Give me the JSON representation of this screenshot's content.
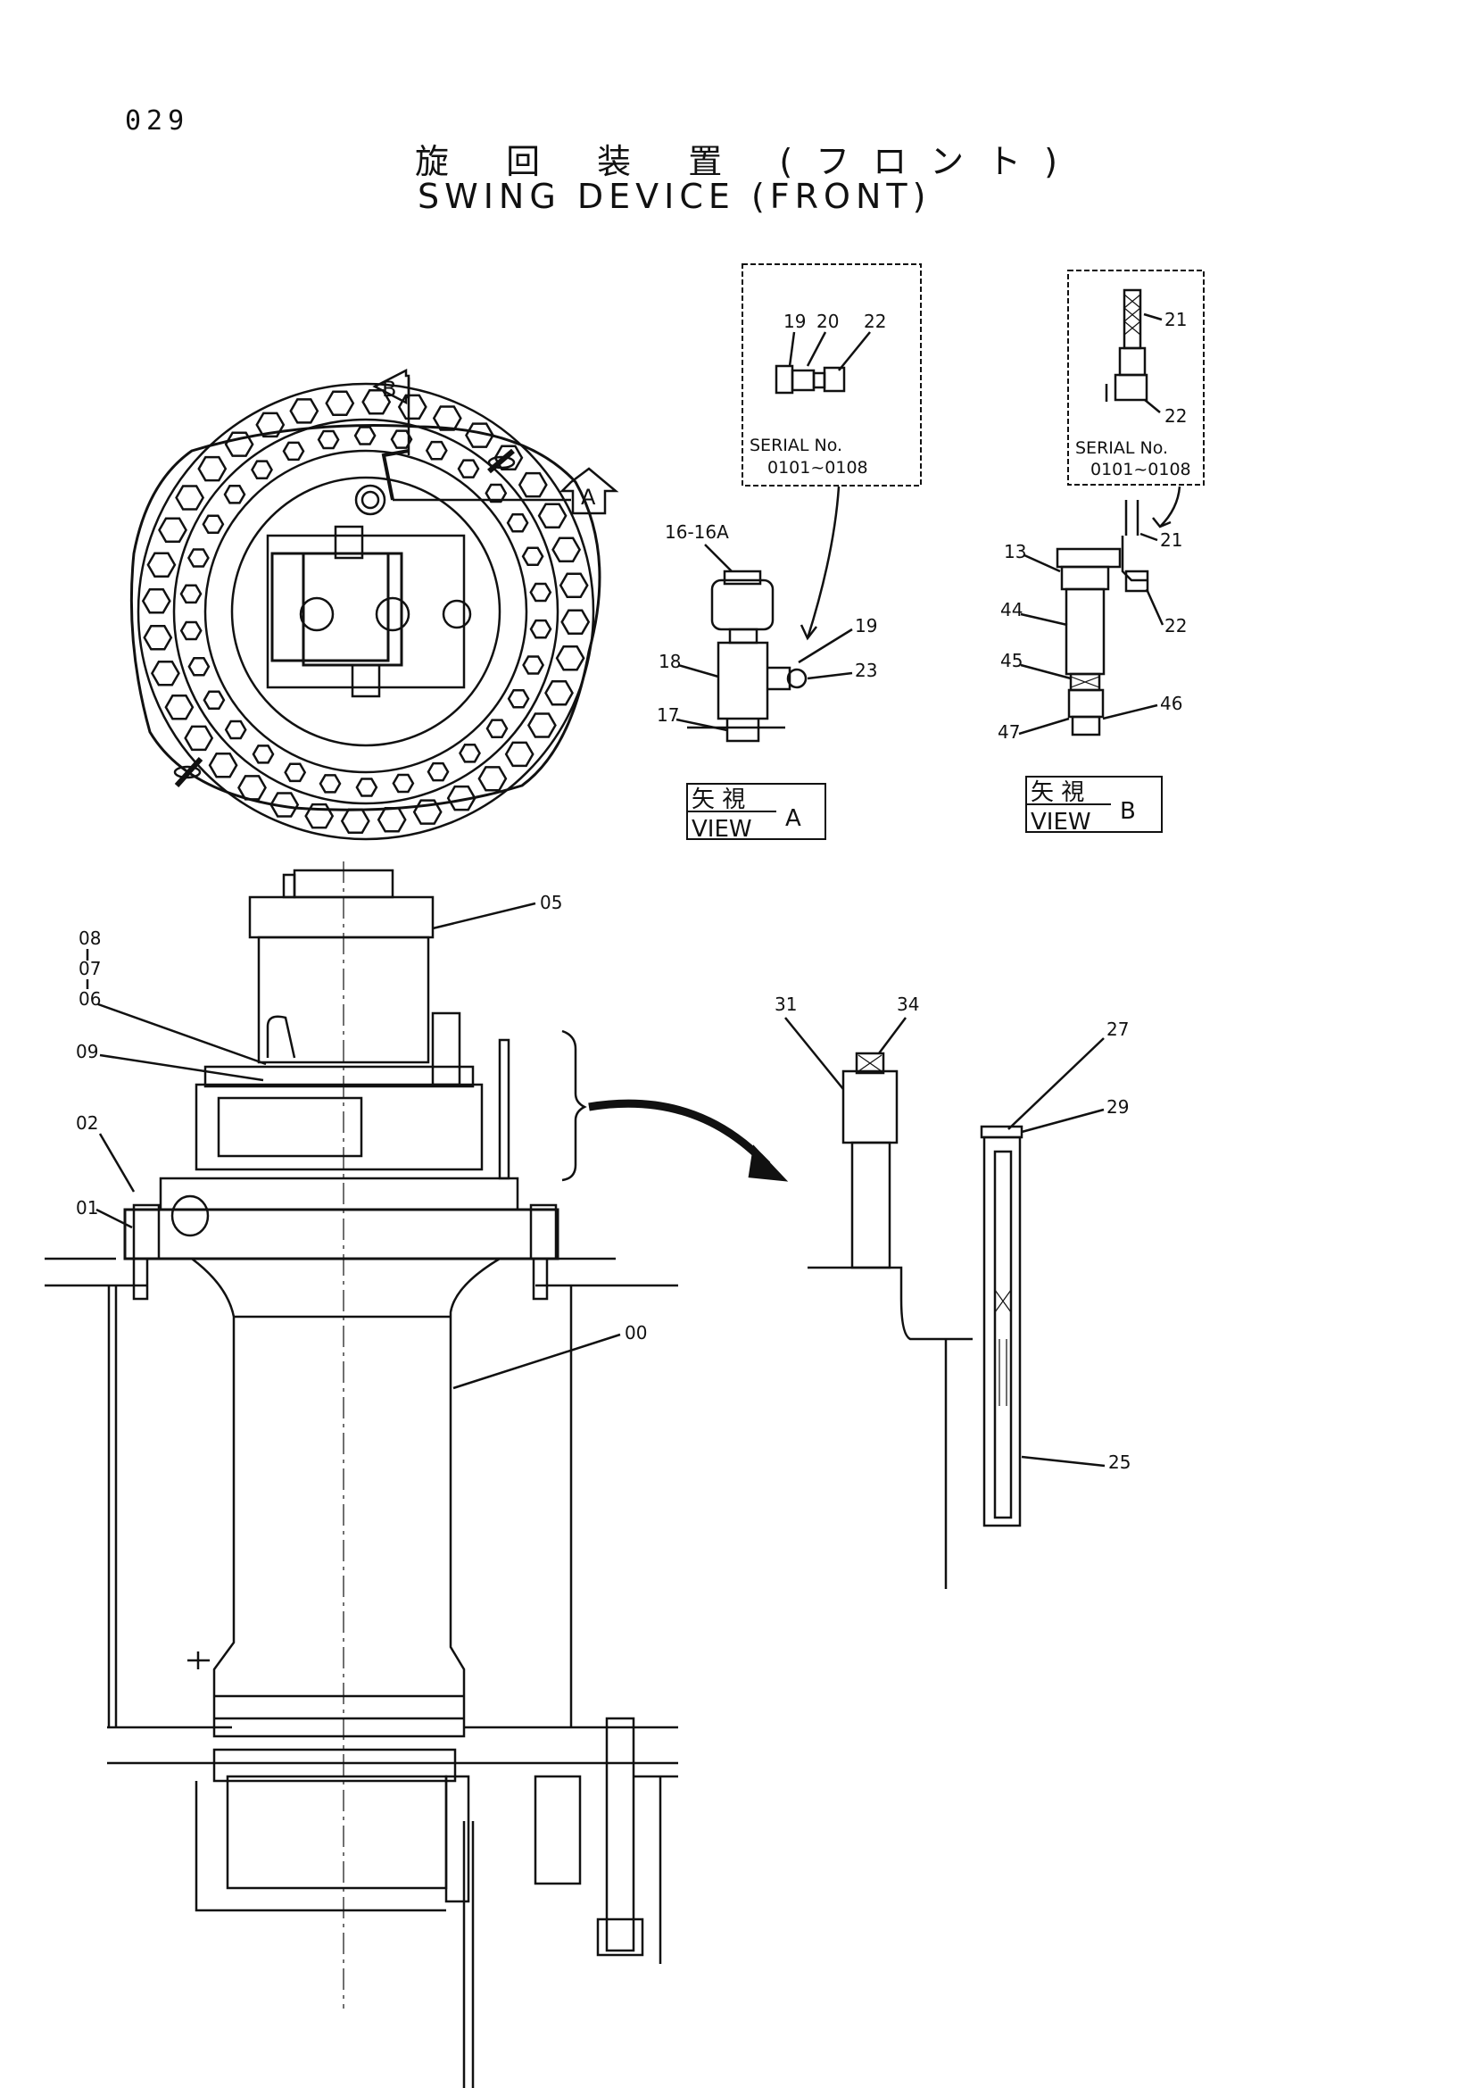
{
  "page_number": "029",
  "title_jp": "旋 回 装 置 (フロント)",
  "title_en": "SWING DEVICE (FRONT)",
  "callouts": {
    "view_a_ref": "A",
    "view_b_ref": "B"
  },
  "inset_a": {
    "part_19": "19",
    "part_20": "20",
    "part_22": "22",
    "serial_label": "SERIAL No.",
    "serial_range": "0101~0108"
  },
  "inset_b": {
    "part_21": "21",
    "part_22": "22",
    "serial_label": "SERIAL No.",
    "serial_range": "0101~0108"
  },
  "view_a": {
    "jp": "矢 視",
    "en": "VIEW",
    "letter": "A",
    "labels": {
      "p16": "16-16A",
      "p18": "18",
      "p17": "17",
      "p19": "19",
      "p23": "23"
    }
  },
  "view_b": {
    "jp": "矢 視",
    "en": "VIEW",
    "letter": "B",
    "labels": {
      "p13": "13",
      "p44": "44",
      "p45": "45",
      "p47": "47",
      "p46": "46",
      "p21": "21",
      "p22": "22"
    }
  },
  "main_labels": {
    "p05": "05",
    "p08": "08",
    "p07": "07",
    "p06": "06",
    "p09": "09",
    "p02": "02",
    "p01": "01",
    "p00": "00"
  },
  "detail_labels": {
    "p31": "31",
    "p34": "34",
    "p27": "27",
    "p29": "29",
    "p25": "25"
  }
}
